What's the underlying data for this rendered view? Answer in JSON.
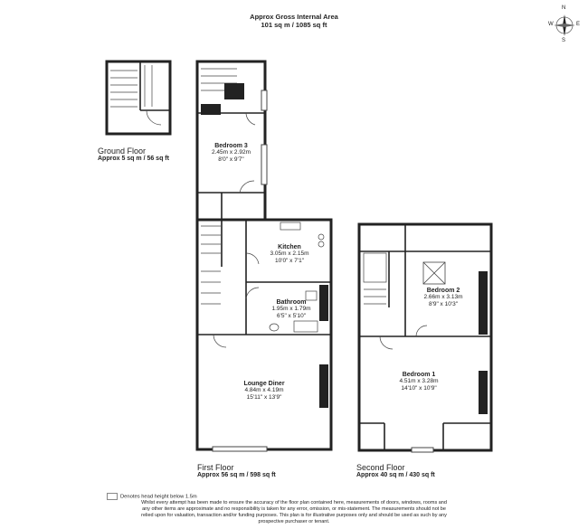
{
  "header": {
    "title": "Approx Gross Internal Area",
    "area": "101 sq m / 1085 sq ft"
  },
  "floors": {
    "ground": {
      "name": "Ground Floor",
      "area": "Approx 5 sq m / 56 sq ft"
    },
    "first": {
      "name": "First Floor",
      "area": "Approx 56 sq m / 598 sq ft"
    },
    "second": {
      "name": "Second Floor",
      "area": "Approx 40 sq m / 430 sq ft"
    }
  },
  "rooms": {
    "bedroom3": {
      "name": "Bedroom 3",
      "metric": "2.45m x 2.92m",
      "imperial": "8'0\" x 9'7\""
    },
    "kitchen": {
      "name": "Kitchen",
      "metric": "3.05m x 2.15m",
      "imperial": "10'0\" x 7'1\""
    },
    "bathroom": {
      "name": "Bathroom",
      "metric": "1.95m x 1.79m",
      "imperial": "6'5\" x 5'10\""
    },
    "lounge": {
      "name": "Lounge Diner",
      "metric": "4.84m x 4.19m",
      "imperial": "15'11\" x 13'9\""
    },
    "bedroom2": {
      "name": "Bedroom 2",
      "metric": "2.66m x 3.13m",
      "imperial": "8'9\" x 10'3\""
    },
    "bedroom1": {
      "name": "Bedroom 1",
      "metric": "4.51m x 3.28m",
      "imperial": "14'10\" x 10'9\""
    }
  },
  "compass": {
    "n": "N",
    "e": "E",
    "s": "S",
    "w": "W"
  },
  "legend": "Denotes head height below 1.5m",
  "disclaimer": "Whilst every attempt has been made to ensure the accuracy of the floor plan contained here, measurements of doors, windows, rooms and any other items are approximate and no responsibility is taken for any error, omission, or mis-statement. The measurements should not be relied upon for valuation, transaction and/or funding purposes. This plan is for illustrative purposes only and should be used as such by any prospective purchaser or tenant."
}
